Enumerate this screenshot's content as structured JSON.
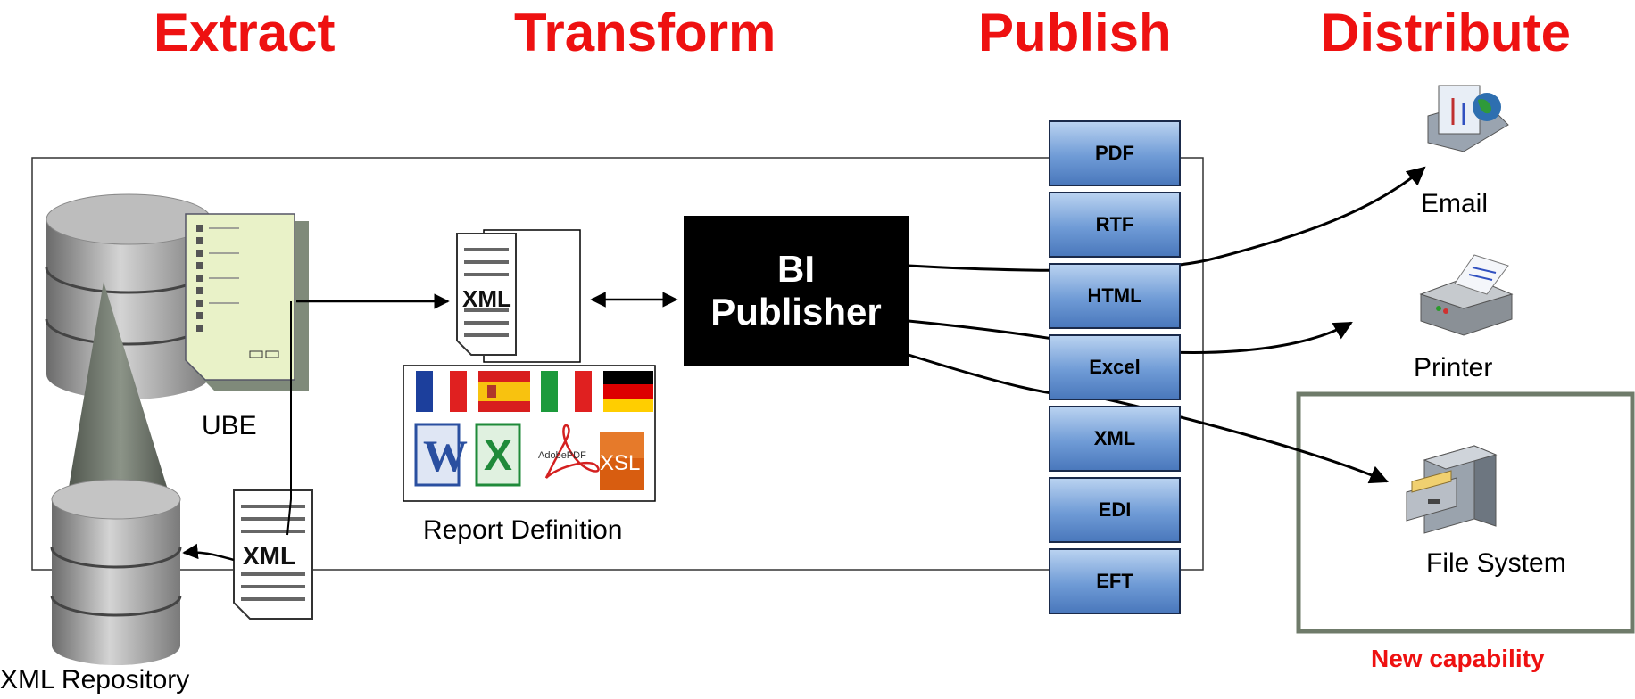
{
  "stages": {
    "extract": "Extract",
    "transform": "Transform",
    "publish": "Publish",
    "distribute": "Distribute"
  },
  "labels": {
    "ube": "UBE",
    "xml_repository": "XML Repository",
    "report_definition": "Report Definition",
    "bi_line1": "BI",
    "bi_line2": "Publisher",
    "xml_doc": "XML",
    "email": "Email",
    "printer": "Printer",
    "file_system": "File System",
    "new_capability": "New capability",
    "adobe_pdf": "AdobePDF",
    "xsl": "XSL",
    "word_letter": "W",
    "excel_letter": "X"
  },
  "formats": [
    "PDF",
    "RTF",
    "HTML",
    "Excel",
    "XML",
    "EDI",
    "EFT"
  ],
  "colors": {
    "stage_red": "#ee1111",
    "new_capability_red": "#ee1111",
    "capability_border": "#6f7b6a",
    "format_fill": "#6f9bd6"
  },
  "icons": [
    "database-icon",
    "report-document-icon",
    "xml-document-icon",
    "flag-france-icon",
    "flag-spain-icon",
    "flag-italy-icon",
    "flag-germany-icon",
    "word-icon",
    "excel-icon",
    "adobe-pdf-icon",
    "xsl-icon",
    "email-icon",
    "printer-icon",
    "file-cabinet-icon"
  ]
}
